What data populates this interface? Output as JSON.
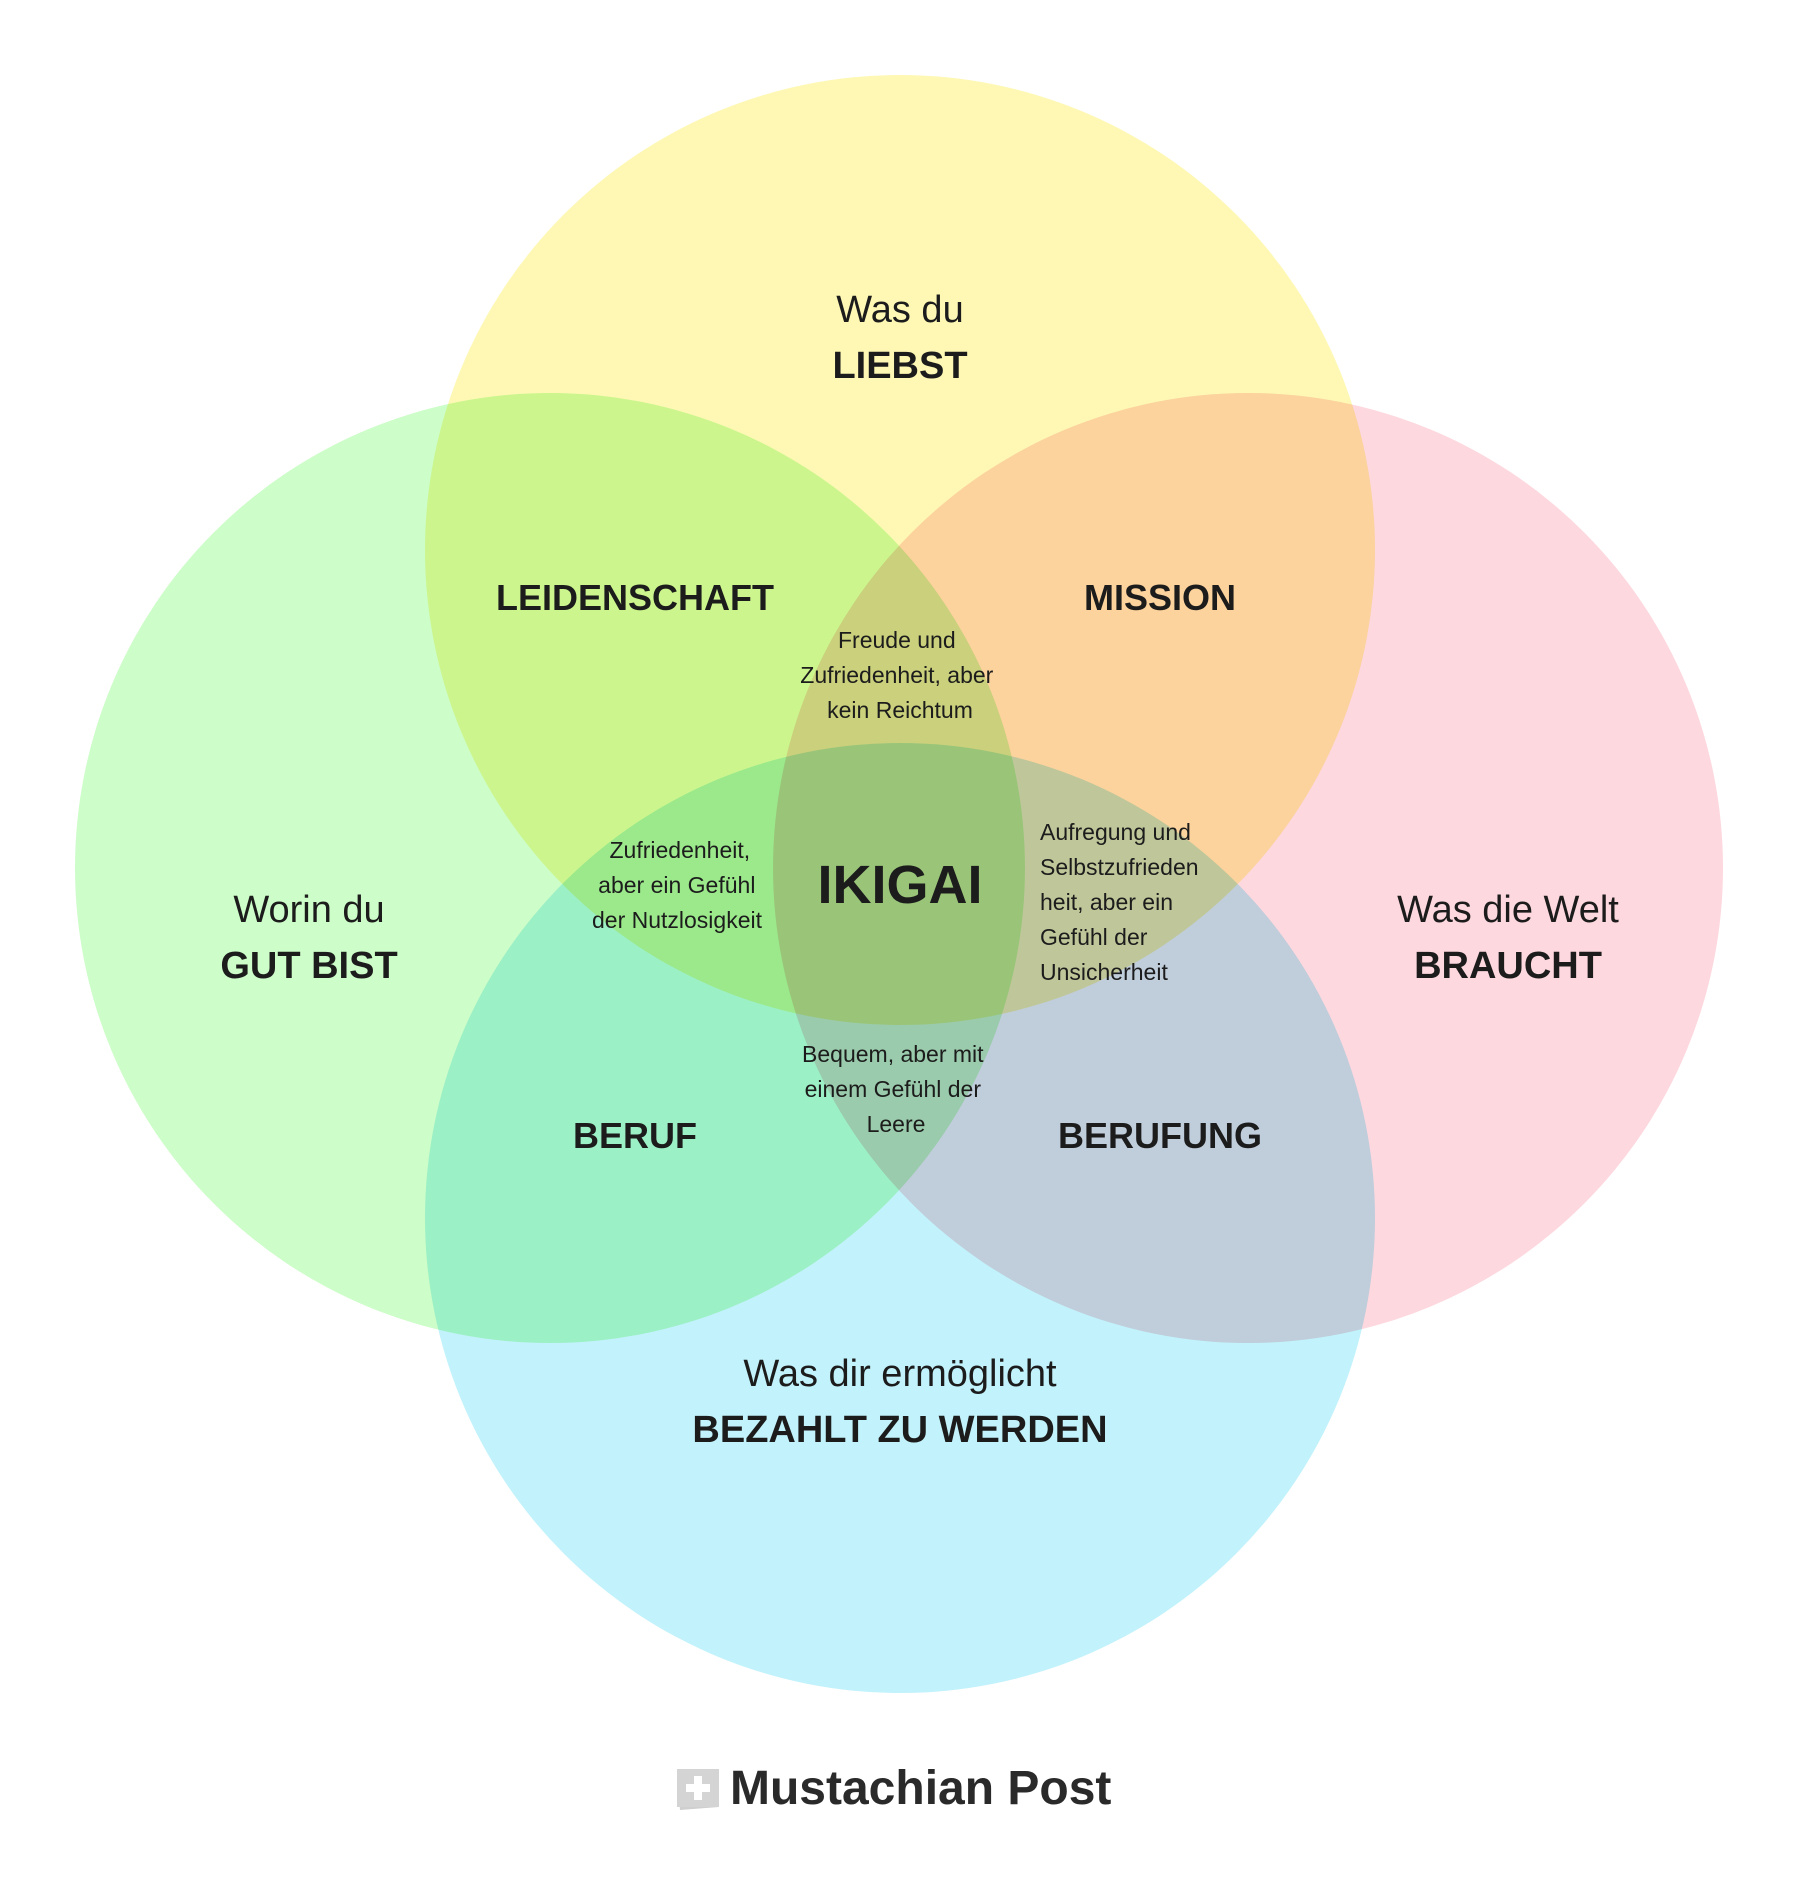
{
  "circles": {
    "love": {
      "line1": "Was du",
      "line2": "LIEBST",
      "color": "#fef8b4"
    },
    "good": {
      "line1": "Worin du",
      "line2": "GUT BIST",
      "color": "#cdfdc8"
    },
    "world": {
      "line1": "Was die Welt",
      "line2": "BRAUCHT",
      "color": "#fdd8df"
    },
    "paid": {
      "line1": "Was dir ermöglicht",
      "line2": "BEZAHLT ZU WERDEN",
      "color": "#c2f2fb"
    }
  },
  "regions": {
    "leidenschaft": "LEIDENSCHAFT",
    "mission": "MISSION",
    "beruf": "BERUF",
    "berufung": "BERUFUNG",
    "center": "IKIGAI"
  },
  "notes": {
    "top": [
      "Freude und",
      "Zufriedenheit, aber",
      "kein Reichtum"
    ],
    "left": [
      "Zufriedenheit,",
      "aber ein Gefühl",
      "der Nutzlosigkeit"
    ],
    "right": [
      "Aufregung und",
      "Selbstzufrieden",
      "heit, aber ein",
      "Gefühl der",
      "Unsicherheit"
    ],
    "bottom": [
      "Bequem, aber mit",
      "einem Gefühl der",
      "Leere"
    ]
  },
  "brand": {
    "name": "Mustachian Post",
    "icon": "swiss-cross-icon"
  }
}
